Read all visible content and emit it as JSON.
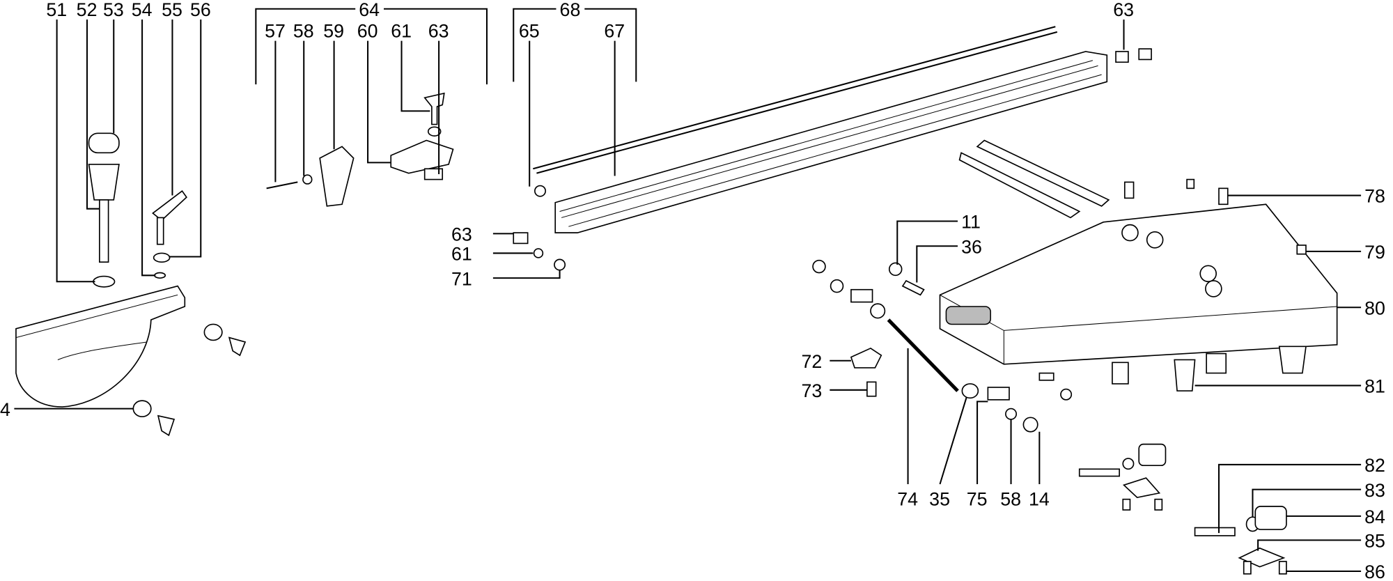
{
  "title": "Exploded parts diagram – mitre gauge, rip fence and sliding table",
  "labels": {
    "p51": "51",
    "p52": "52",
    "p53": "53",
    "p54": "54",
    "p55": "55",
    "p56": "56",
    "p64": "64",
    "p57": "57",
    "p58a": "58",
    "p59": "59",
    "p60": "60",
    "p61a": "61",
    "p63a": "63",
    "p68": "68",
    "p65": "65",
    "p67": "67",
    "p63b": "63",
    "p78": "78",
    "p79": "79",
    "p80": "80",
    "p81": "81",
    "p82": "82",
    "p83": "83",
    "p84": "84",
    "p85": "85",
    "p86": "86",
    "p11": "11",
    "p36": "36",
    "p63c": "63",
    "p61b": "61",
    "p71": "71",
    "p72": "72",
    "p73": "73",
    "p4": "4",
    "p74": "74",
    "p35": "35",
    "p75": "75",
    "p58b": "58",
    "p14": "14"
  }
}
